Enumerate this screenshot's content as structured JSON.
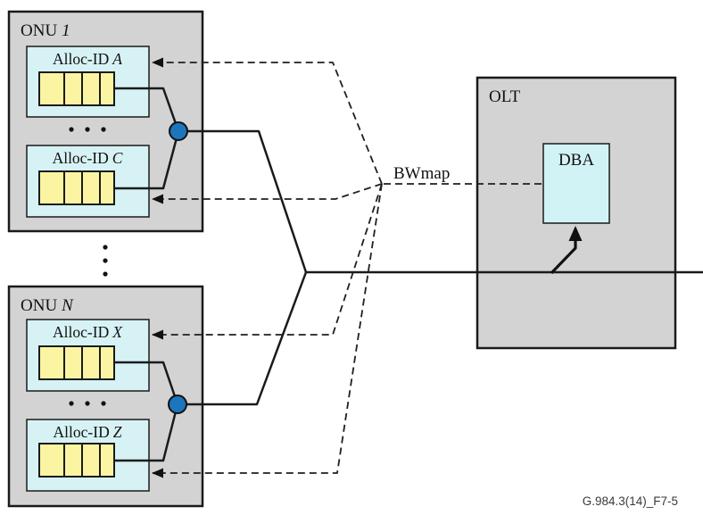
{
  "diagram": {
    "type": "gpon-dba-architecture",
    "caption": "G.984.3(14)_F7-5",
    "bwmap_label": "BWmap"
  },
  "onu1": {
    "title": "ONU",
    "title_index": "1",
    "alloc_top": {
      "label": "Alloc-ID",
      "id": "A"
    },
    "alloc_bottom": {
      "label": "Alloc-ID",
      "id": "C"
    }
  },
  "onuN": {
    "title": "ONU",
    "title_index": "N",
    "alloc_top": {
      "label": "Alloc-ID",
      "id": "X"
    },
    "alloc_bottom": {
      "label": "Alloc-ID",
      "id": "Z"
    }
  },
  "olt": {
    "title": "OLT",
    "dba_label": "DBA"
  },
  "colors": {
    "onu_olt_fill": "#d3d3d3",
    "alloc_dba_fill": "#d7f2f4",
    "queue_fill": "#fbf5a3",
    "splitter_node_fill": "#1b76be",
    "line": "#1a1a1a"
  }
}
